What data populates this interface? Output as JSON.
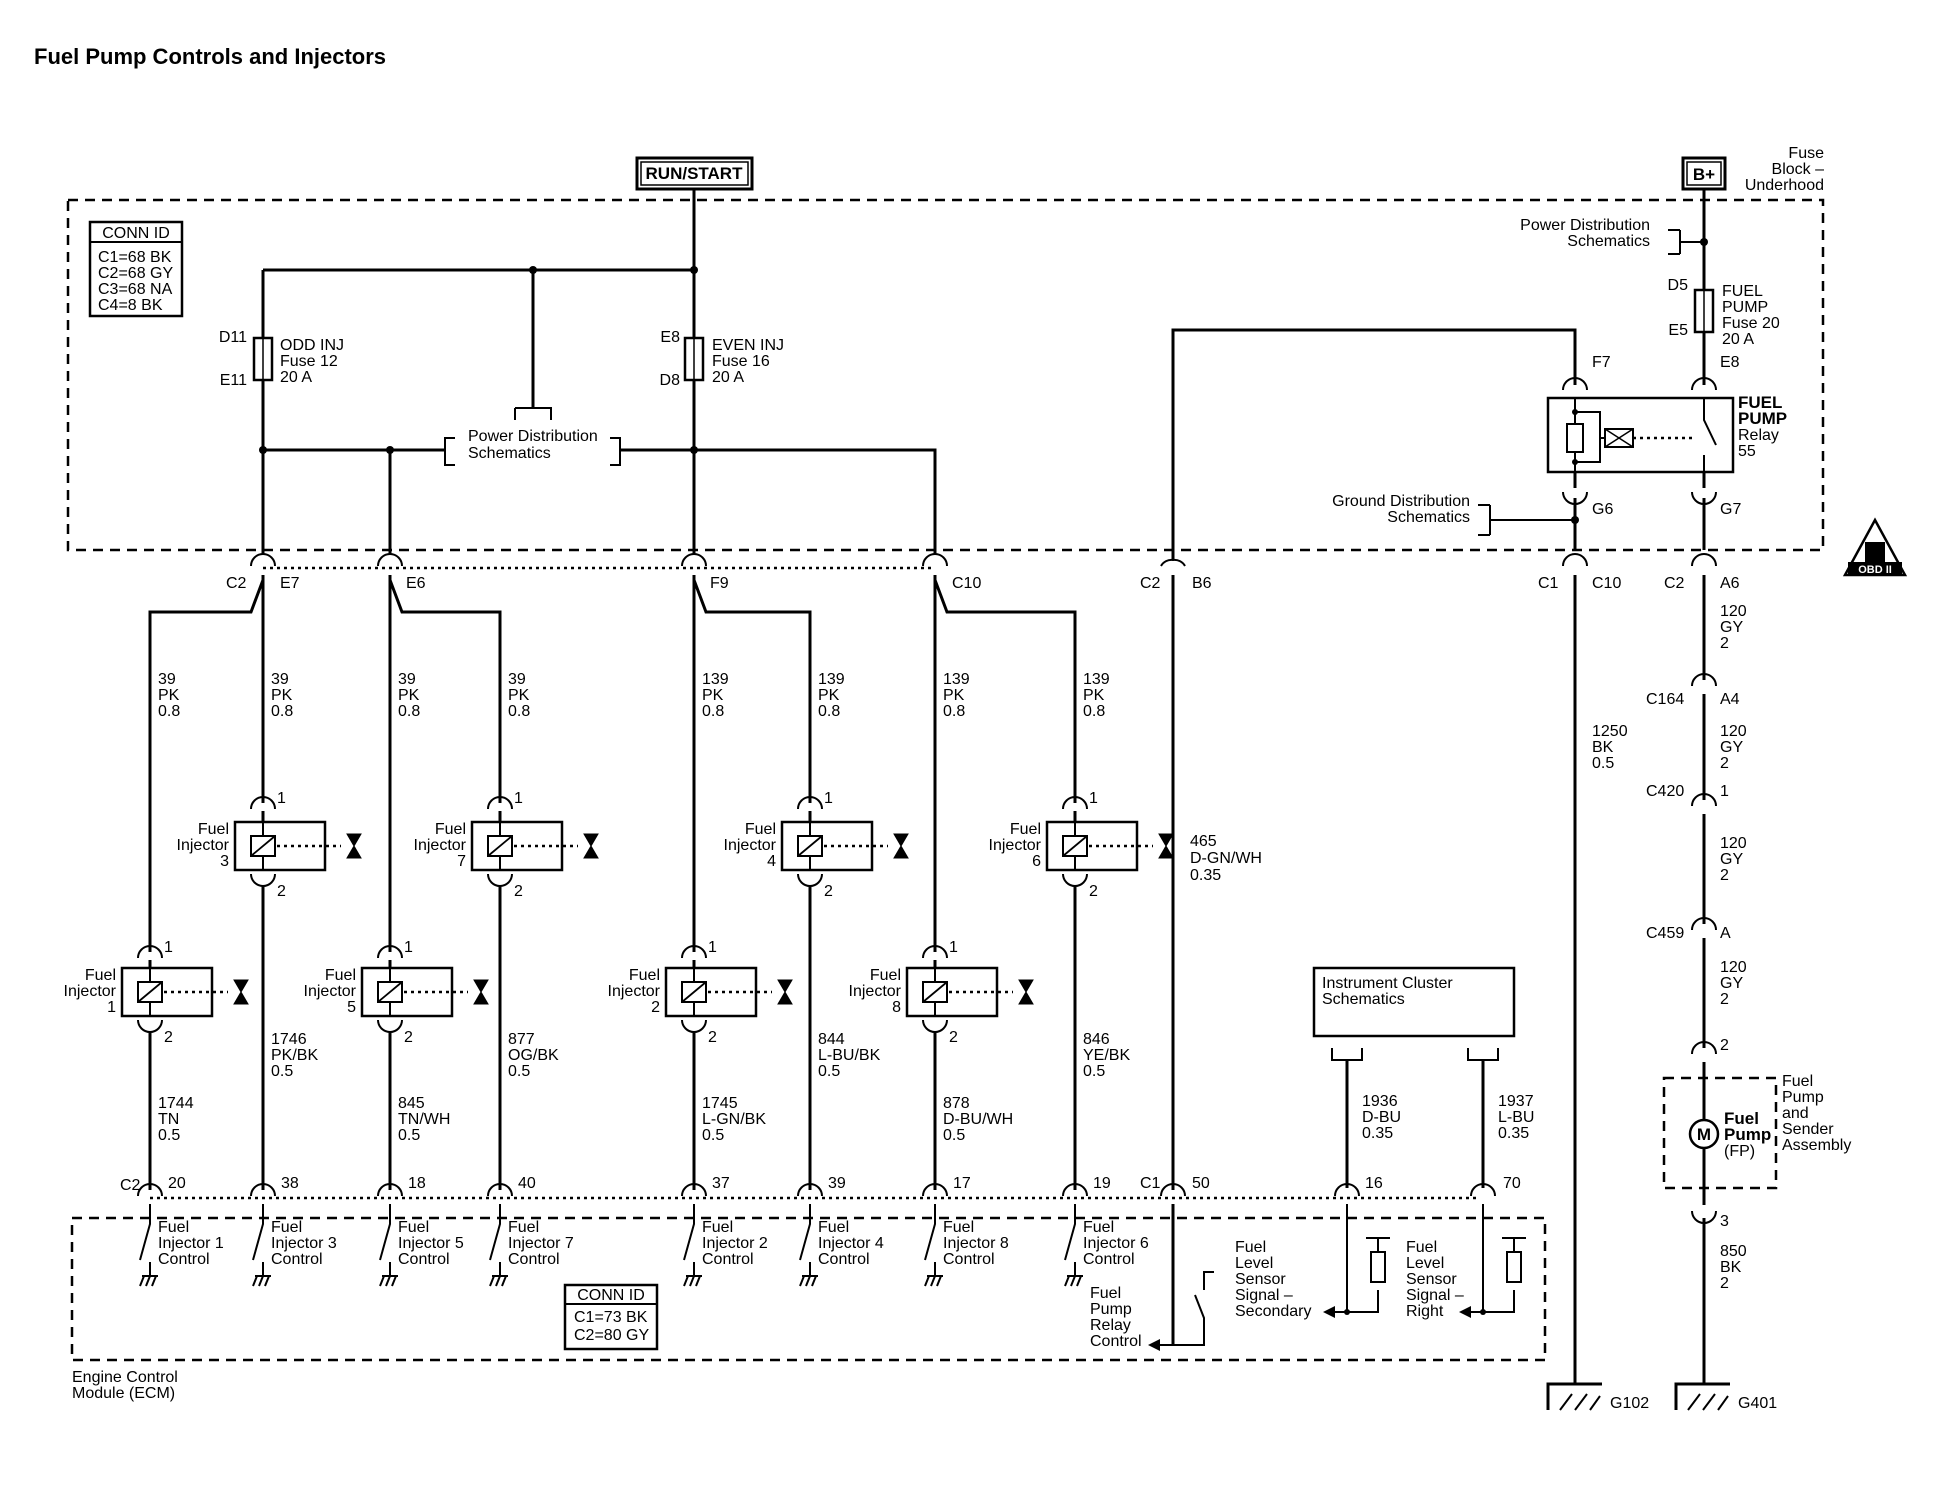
{
  "title": "Fuel Pump Controls and Injectors",
  "power": {
    "run_start": "RUN/START",
    "b_plus": "B+",
    "fuse_block": [
      "Fuse",
      "Block –",
      "Underhood"
    ]
  },
  "conn_id_top": {
    "header": "CONN ID",
    "rows": [
      "C1=68 BK",
      "C2=68 GY",
      "C3=68 NA",
      "C4=8 BK"
    ]
  },
  "conn_id_ecm": {
    "header": "CONN ID",
    "rows": [
      "C1=73 BK",
      "C2=80 GY"
    ]
  },
  "fuses": {
    "odd": {
      "top_pin": "D11",
      "bottom_pin": "E11",
      "lines": [
        "ODD INJ",
        "Fuse 12",
        "20 A"
      ]
    },
    "even": {
      "top_pin": "E8",
      "bottom_pin": "D8",
      "lines": [
        "EVEN INJ",
        "Fuse 16",
        "20 A"
      ]
    },
    "pump": {
      "top_pin": "D5",
      "bottom_pin": "E5",
      "lines": [
        "FUEL",
        "PUMP",
        "Fuse 20",
        "20 A"
      ]
    }
  },
  "refs": {
    "power_dist": [
      "Power Distribution",
      "Schematics"
    ],
    "ground_dist": [
      "Ground Distribution",
      "Schematics"
    ],
    "instrument": [
      "Instrument Cluster",
      "Schematics"
    ]
  },
  "relay": {
    "lines": [
      "FUEL",
      "PUMP",
      "Relay",
      "55"
    ],
    "pin_top": "F7",
    "pin_e8": "E8",
    "pin_g6": "G6",
    "pin_g7": "G7"
  },
  "obd": "OBD II",
  "upper_conn": {
    "c2": "C2",
    "e7": "E7",
    "e6": "E6",
    "f9": "F9",
    "c10": "C10",
    "c2b": "C2",
    "b6": "B6",
    "c1": "C1",
    "c10b": "C10",
    "c2c": "C2",
    "a6": "A6"
  },
  "supply_wires": {
    "odd": [
      "39",
      "PK",
      "0.8"
    ],
    "even": [
      "139",
      "PK",
      "0.8"
    ]
  },
  "injectors": [
    {
      "label": [
        "Fuel",
        "Injector",
        "1"
      ],
      "pin1": "1",
      "pin2": "2",
      "wire": [
        "1744",
        "TN",
        "0.5"
      ],
      "ecm_pin": "20",
      "ctrl": [
        "Fuel",
        "Injector 1",
        "Control"
      ]
    },
    {
      "label": [
        "Fuel",
        "Injector",
        "3"
      ],
      "pin1": "1",
      "pin2": "2",
      "wire": [
        "1746",
        "PK/BK",
        "0.5"
      ],
      "ecm_pin": "38",
      "ctrl": [
        "Fuel",
        "Injector 3",
        "Control"
      ]
    },
    {
      "label": [
        "Fuel",
        "Injector",
        "5"
      ],
      "pin1": "1",
      "pin2": "2",
      "wire": [
        "845",
        "TN/WH",
        "0.5"
      ],
      "ecm_pin": "18",
      "ctrl": [
        "Fuel",
        "Injector 5",
        "Control"
      ]
    },
    {
      "label": [
        "Fuel",
        "Injector",
        "7"
      ],
      "pin1": "1",
      "pin2": "2",
      "wire": [
        "877",
        "OG/BK",
        "0.5"
      ],
      "ecm_pin": "40",
      "ctrl": [
        "Fuel",
        "Injector 7",
        "Control"
      ]
    },
    {
      "label": [
        "Fuel",
        "Injector",
        "2"
      ],
      "pin1": "1",
      "pin2": "2",
      "wire": [
        "1745",
        "L-GN/BK",
        "0.5"
      ],
      "ecm_pin": "37",
      "ctrl": [
        "Fuel",
        "Injector 2",
        "Control"
      ]
    },
    {
      "label": [
        "Fuel",
        "Injector",
        "4"
      ],
      "pin1": "1",
      "pin2": "2",
      "wire": [
        "844",
        "L-BU/BK",
        "0.5"
      ],
      "ecm_pin": "39",
      "ctrl": [
        "Fuel",
        "Injector 4",
        "Control"
      ]
    },
    {
      "label": [
        "Fuel",
        "Injector",
        "8"
      ],
      "pin1": "1",
      "pin2": "2",
      "wire": [
        "878",
        "D-BU/WH",
        "0.5"
      ],
      "ecm_pin": "17",
      "ctrl": [
        "Fuel",
        "Injector 8",
        "Control"
      ]
    },
    {
      "label": [
        "Fuel",
        "Injector",
        "6"
      ],
      "pin1": "1",
      "pin2": "2",
      "wire": [
        "846",
        "YE/BK",
        "0.5"
      ],
      "ecm_pin": "19",
      "ctrl": [
        "Fuel",
        "Injector 6",
        "Control"
      ]
    }
  ],
  "relay_ctrl": {
    "wire": [
      "465",
      "D-GN/WH",
      "0.35"
    ],
    "c1": "C1",
    "ecm_pin": "50",
    "label": [
      "Fuel",
      "Pump",
      "Relay",
      "Control"
    ]
  },
  "ecm_c2": "C2",
  "sensors": {
    "secondary": {
      "wire": [
        "1936",
        "D-BU",
        "0.35"
      ],
      "pin": "16",
      "label": [
        "Fuel",
        "Level",
        "Sensor",
        "Signal –",
        "Secondary"
      ]
    },
    "right": {
      "wire": [
        "1937",
        "L-BU",
        "0.35"
      ],
      "pin": "70",
      "label": [
        "Fuel",
        "Level",
        "Sensor",
        "Signal –",
        "Right"
      ]
    }
  },
  "ground_wire": [
    "1250",
    "BK",
    "0.5"
  ],
  "pump_circuit": {
    "w1": [
      "120",
      "GY",
      "2"
    ],
    "c164": "C164",
    "a4": "A4",
    "w2": [
      "120",
      "GY",
      "2"
    ],
    "c420": "C420",
    "p1": "1",
    "w3": [
      "120",
      "GY",
      "2"
    ],
    "c459": "C459",
    "pa": "A",
    "w4": [
      "120",
      "GY",
      "2"
    ],
    "p2": "2",
    "p3": "3",
    "w5": [
      "850",
      "BK",
      "2"
    ]
  },
  "pump": {
    "motor": "M",
    "name": [
      "Fuel",
      "Pump",
      "(FP)"
    ],
    "assembly": [
      "Fuel",
      "Pump",
      "and",
      "Sender",
      "Assembly"
    ]
  },
  "ecm_label": [
    "Engine Control",
    "Module (ECM)"
  ],
  "grounds": {
    "g102": "G102",
    "g401": "G401"
  }
}
